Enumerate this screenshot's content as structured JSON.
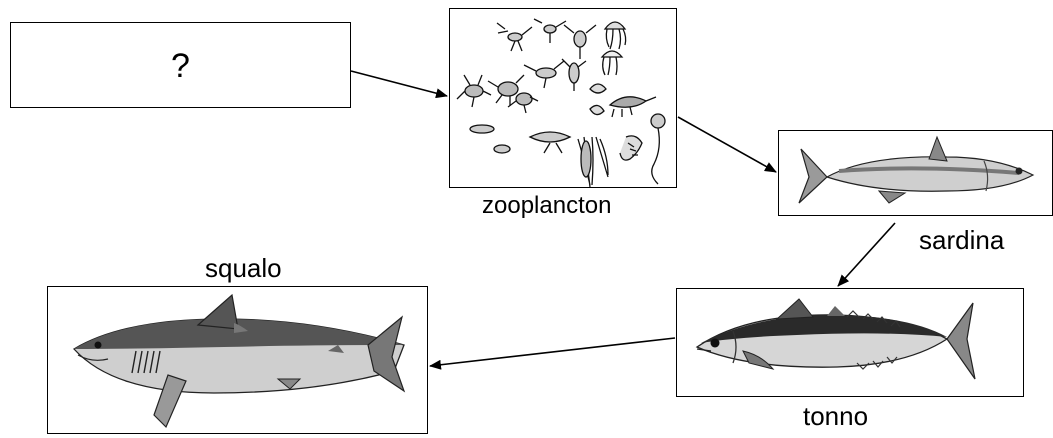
{
  "diagram": {
    "unknown_box": {
      "text": "?"
    },
    "zooplankton": {
      "label": "zooplancton",
      "icon": "zooplankton-illustration"
    },
    "sardine": {
      "label": "sardina",
      "icon": "sardine-illustration"
    },
    "tuna": {
      "label": "tonno",
      "icon": "tuna-illustration"
    },
    "shark": {
      "label": "squalo",
      "icon": "shark-illustration"
    }
  }
}
